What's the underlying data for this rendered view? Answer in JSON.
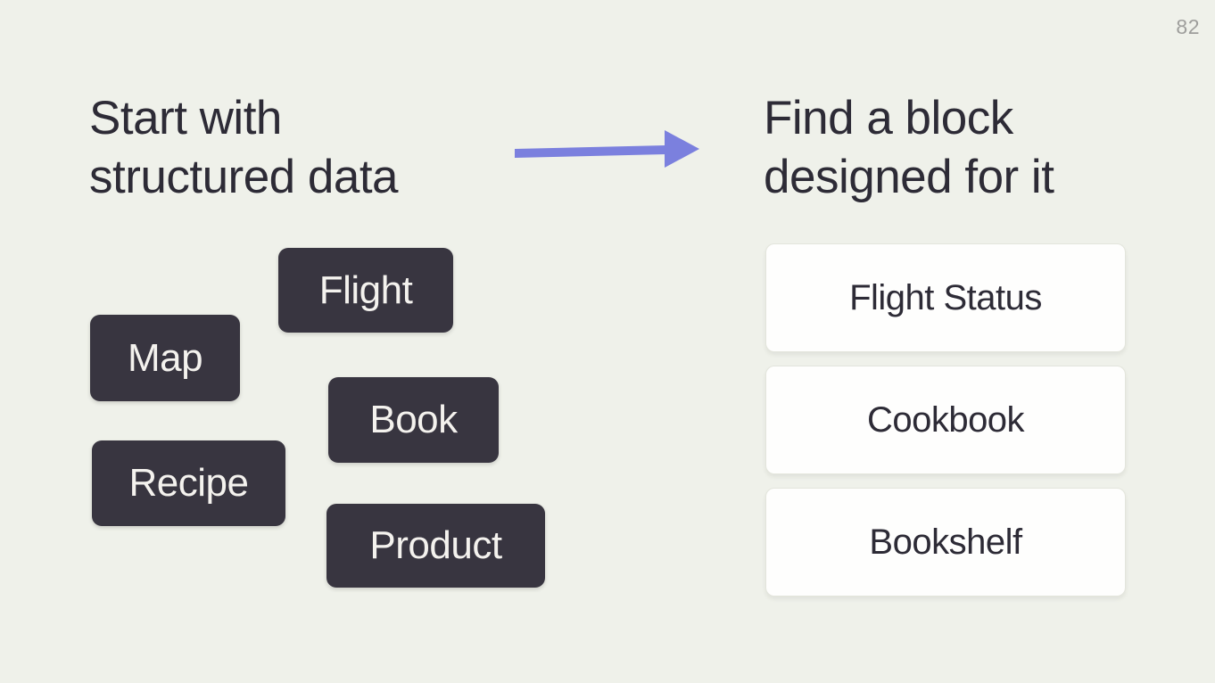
{
  "page_number": "82",
  "left": {
    "heading_line1": "Start with",
    "heading_line2": "structured data",
    "tags": [
      {
        "label": "Flight"
      },
      {
        "label": "Map"
      },
      {
        "label": "Book"
      },
      {
        "label": "Recipe"
      },
      {
        "label": "Product"
      }
    ]
  },
  "right": {
    "heading_line1": "Find a block",
    "heading_line2": "designed for it",
    "cards": [
      {
        "label": "Flight Status"
      },
      {
        "label": "Cookbook"
      },
      {
        "label": "Bookshelf"
      }
    ]
  },
  "icons": {
    "arrow": "right-arrow-icon"
  },
  "colors": {
    "background": "#eff1ea",
    "heading_text": "#2d2b36",
    "tag_background": "#383540",
    "tag_text": "#f4f2ee",
    "arrow": "#7b80de",
    "card_background": "#fefefd",
    "card_border": "#e3e5dc",
    "card_text": "#2d2b36",
    "page_number_text": "#9e9e9c"
  }
}
